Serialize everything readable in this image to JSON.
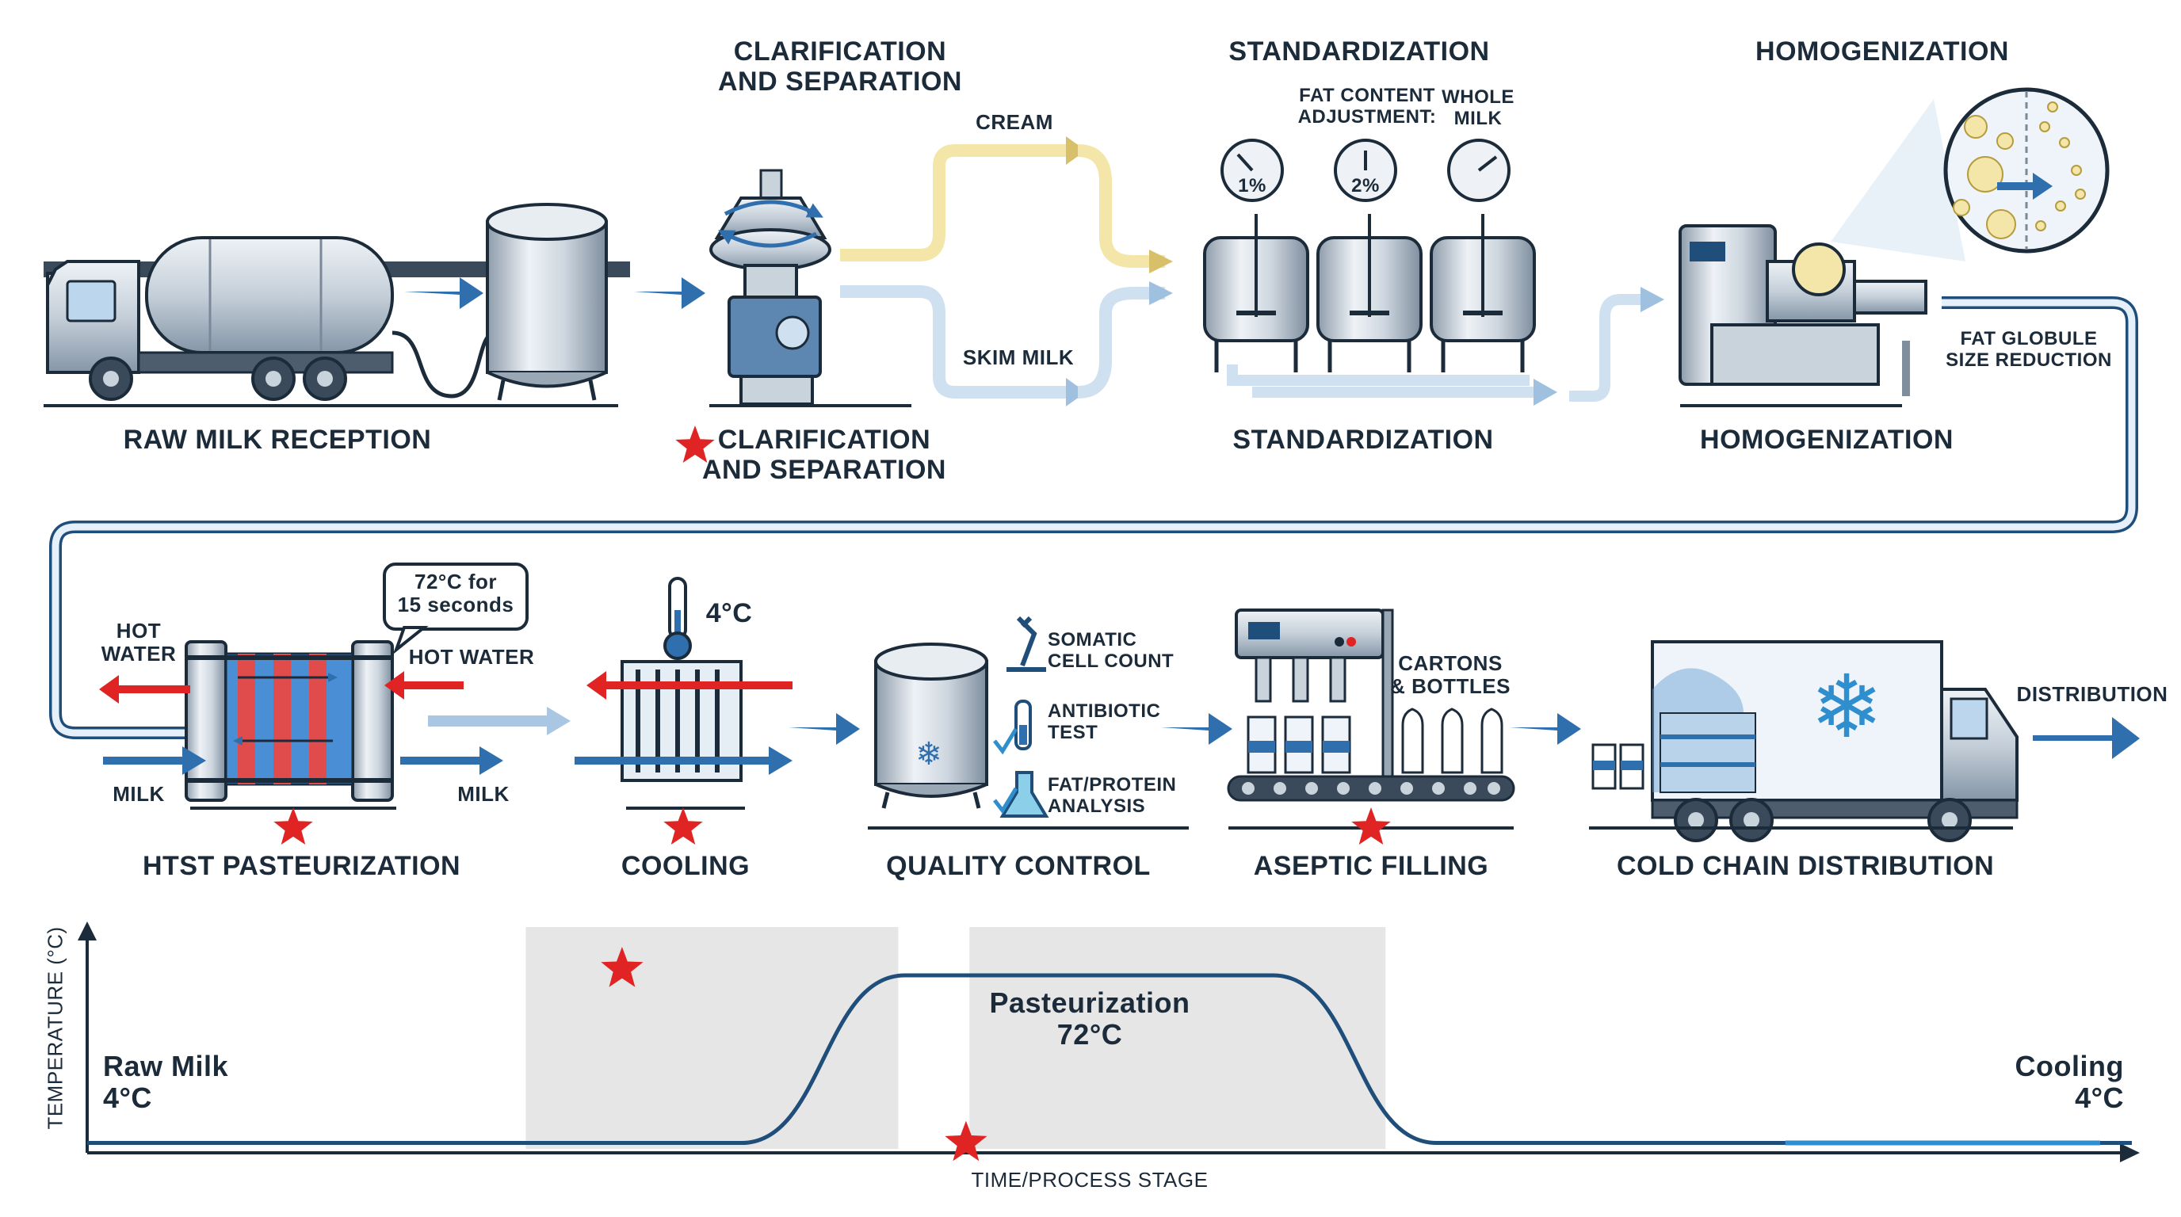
{
  "top_labels": {
    "clarification": "CLARIFICATION\nAND SEPARATION",
    "standardization": "STANDARDIZATION",
    "homogenization": "HOMOGENIZATION",
    "cream": "CREAM",
    "skim_milk": "SKIM MILK",
    "fat_content": "FAT CONTENT\nADJUSTMENT:",
    "whole_milk": "WHOLE\nMILK",
    "gauge_1": "1%",
    "gauge_2": "2%",
    "fat_globule": "FAT GLOBULE\nSIZE REDUCTION"
  },
  "row1_stages": {
    "raw_milk": "RAW MILK RECEPTION",
    "clarification": "CLARIFICATION\nAND SEPARATION",
    "standardization": "STANDARDIZATION",
    "homogenization": "HOMOGENIZATION"
  },
  "row2_labels": {
    "hot_water_left": "HOT\nWATER",
    "hot_water_right": "HOT WATER",
    "milk_left": "MILK",
    "milk_right": "MILK",
    "pasteurization_callout": "72°C for\n15 seconds",
    "cooling_temp": "4°C",
    "qc_somatic": "SOMATIC\nCELL COUNT",
    "qc_antibiotic": "ANTIBIOTIC\nTEST",
    "qc_fat": "FAT/PROTEIN\nANALYSIS",
    "cartons": "CARTONS\n& BOTTLES",
    "distribution": "DISTRIBUTION"
  },
  "row2_stages": {
    "htst": "HTST PASTEURIZATION",
    "cooling": "COOLING",
    "quality_control": "QUALITY CONTROL",
    "aseptic_filling": "ASEPTIC FILLING",
    "cold_chain": "COLD CHAIN DISTRIBUTION"
  },
  "chart_data": {
    "type": "line",
    "title": "",
    "xlabel": "TIME/PROCESS STAGE",
    "ylabel": "TEMPERATURE (°C)",
    "x": [
      0,
      0.32,
      0.4,
      0.5,
      0.58,
      0.66,
      1.0
    ],
    "y": [
      4,
      4,
      72,
      72,
      72,
      4,
      4
    ],
    "ylim": [
      0,
      90
    ],
    "grid": false,
    "annotations": {
      "raw_milk": "Raw Milk\n4°C",
      "pasteurization": "Pasteurization\n72°C",
      "cooling": "Cooling\n4°C"
    }
  },
  "colors": {
    "navy": "#1f4e7a",
    "steel": "#c9d3dc",
    "blue_arrow": "#2f6fae",
    "red": "#e02424",
    "cream": "#f3e6a8",
    "pipe": "#a9c7e3"
  }
}
